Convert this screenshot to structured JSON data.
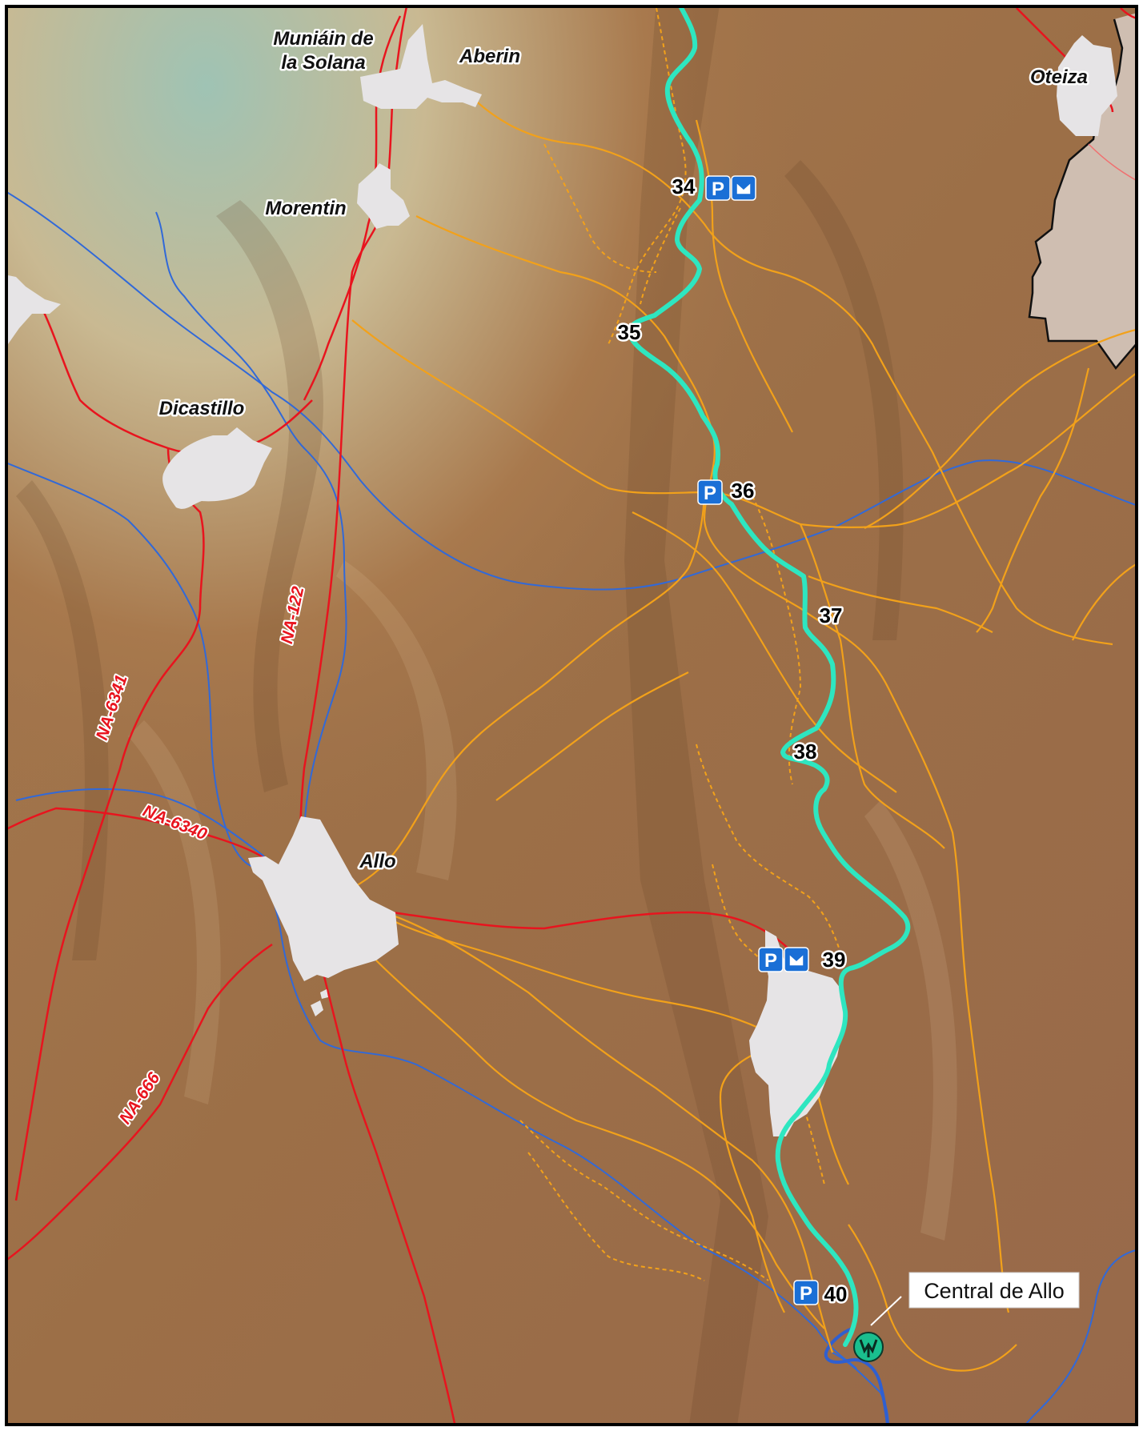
{
  "colors": {
    "terrain": "#9d7048",
    "terrain_high": "#8fb3a0",
    "town_fill": "#e6e4e6",
    "route": "#2ee6c0",
    "river": "#3169d8",
    "main_road": "#e8141e",
    "local_road": "#f2a11a",
    "track": "#f2a11a",
    "border": "#111111",
    "neighbour_area": "#d8cdc4",
    "parking_blue": "#1a6fd6",
    "poi_green": "#1abf8e"
  },
  "towns": {
    "muniain_line1": "Muniáin de",
    "muniain_line2": "la Solana",
    "aberin": "Aberin",
    "oteiza": "Oteiza",
    "morentin": "Morentin",
    "dicastillo": "Dicastillo",
    "allo": "Allo"
  },
  "roads": {
    "na122": "NA-122",
    "na6341": "NA-6341",
    "na6340": "NA-6340",
    "na666": "NA-666"
  },
  "km_markers": {
    "k34": "34",
    "k35": "35",
    "k36": "36",
    "k37": "37",
    "k38": "38",
    "k39": "39",
    "k40": "40"
  },
  "icons": {
    "parking_letter": "P",
    "parking": "parking-icon",
    "mail": "mail-icon",
    "power_station": "power-station-icon"
  },
  "callout": {
    "central_label": "Central de Allo"
  }
}
